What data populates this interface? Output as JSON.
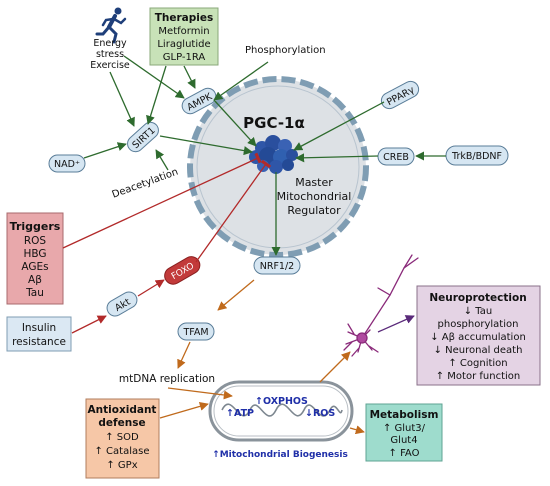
{
  "pgc": {
    "title": "PGC-1α",
    "subtitle_line1": "Master",
    "subtitle_line2": "Mitochondrial",
    "subtitle_line3": "Regulator"
  },
  "energy": {
    "line1": "Energy",
    "line2": "stress",
    "line3": "Exercise"
  },
  "therapies": {
    "title": "Therapies",
    "items": [
      "Metformin",
      "Liraglutide",
      "GLP-1RA"
    ]
  },
  "labels": {
    "phosphorylation": "Phosphorylation",
    "deacetylation": "Deacetylation",
    "mtdna": "mtDNA replication",
    "biogenesis": "↑Mitochondrial Biogenesis"
  },
  "nodes": {
    "ampk": "AMPK",
    "sirt1": "SIRT1",
    "nad": "NAD⁺",
    "ppar": "PPARγ",
    "creb": "CREB",
    "trkb": "TrkB/BDNF",
    "akt": "Akt",
    "foxo": "FOXO",
    "nrf": "NRF1/2",
    "tfam": "TFAM"
  },
  "triggers": {
    "title": "Triggers",
    "items": [
      "ROS",
      "HBG",
      "AGEs",
      "Aβ",
      "Tau"
    ]
  },
  "insulin": {
    "line1": "Insulin",
    "line2": "resistance"
  },
  "mito": {
    "atp": "↑ATP",
    "oxphos": "↑OXPHOS",
    "ros": "↓ROS"
  },
  "antioxidant": {
    "title_line1": "Antioxidant",
    "title_line2": "defense",
    "items": [
      "↑ SOD",
      "↑ Catalase",
      "↑ GPx"
    ]
  },
  "metabolism": {
    "title": "Metabolism",
    "items": [
      "↑ Glut3/",
      "Glut4",
      "↑ FAO"
    ]
  },
  "neuroprotection": {
    "title": "Neuroprotection",
    "items": [
      "↓ Tau",
      "phosphorylation",
      "↓ Aβ accumulation",
      "↓ Neuronal death",
      "↑ Cognition",
      "↑ Motor function"
    ]
  },
  "colors": {
    "activation": "#2e6b2e",
    "inhibition": "#b22a2a",
    "downstream": "#c06a1c",
    "neuron": "#8a2a7a",
    "node_fill": "#d6e6f2",
    "node_stroke": "#5a7d98",
    "cell_fill": "#dde1e5",
    "therapy_fill": "#c8e2b8",
    "trigger_fill": "#e8a8ab",
    "antioxidant_fill": "#f6c7a7",
    "metabolism_fill": "#9edccd",
    "neuro_fill": "#e4d3e4",
    "biogenesis_text": "#1f2fa8"
  },
  "icons": {
    "runner": "running-person-icon",
    "neuron": "neuron-icon",
    "mitochondrion": "mitochondrion-icon"
  }
}
